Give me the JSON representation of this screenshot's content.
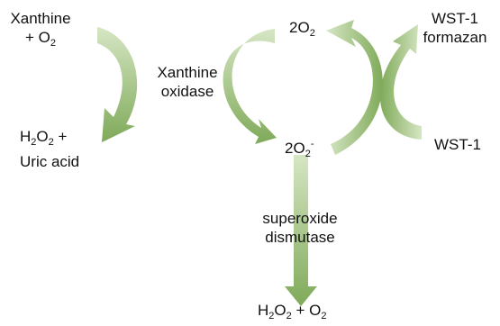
{
  "colors": {
    "arrow_light": "#d6e6c4",
    "arrow_dark": "#7faa59",
    "text": "#111111"
  },
  "labels": {
    "xanthine_o2": {
      "line1": "Xanthine",
      "line2_prefix": "+ O",
      "line2_sub": "2"
    },
    "h2o2_uric": {
      "h": "H",
      "sub1": "2",
      "o": "O",
      "sub2": "2",
      "plus": " +",
      "line2": "Uric acid"
    },
    "xanthine_oxidase": {
      "line1": "Xanthine",
      "line2": "oxidase"
    },
    "two_o2": {
      "prefix": "2O",
      "sub": "2"
    },
    "two_o2_minus": {
      "prefix": "2O",
      "sub": "2",
      "sup": "-"
    },
    "wst1_formazan": {
      "line1": "WST-1",
      "line2": "formazan"
    },
    "wst1": "WST-1",
    "sod": {
      "line1": "superoxide",
      "line2": "dismutase"
    },
    "h2o2_o2": {
      "h": "H",
      "sub1": "2",
      "o": "O",
      "sub2": "2",
      "rest": " + O",
      "sub3": "2"
    }
  }
}
